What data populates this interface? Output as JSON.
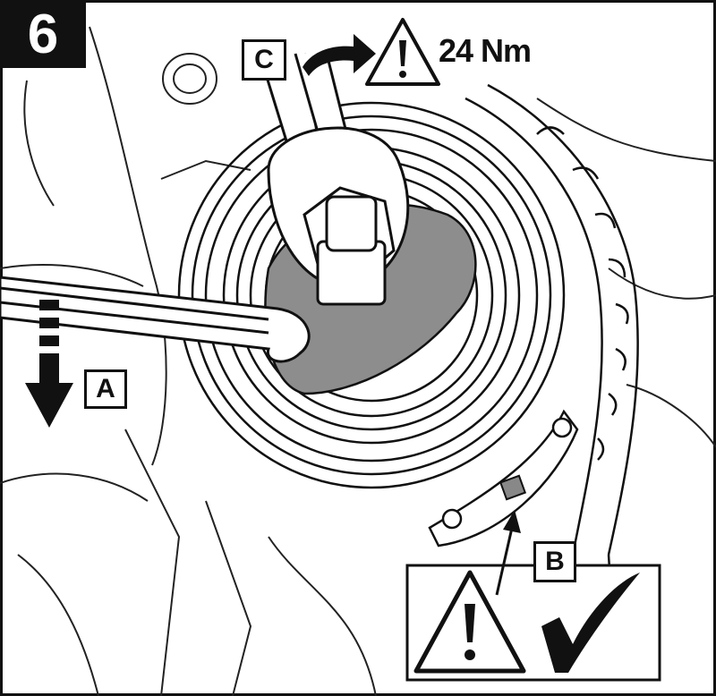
{
  "step_number": "6",
  "labels": {
    "a": "A",
    "b": "B",
    "c": "C"
  },
  "torque": "24 Nm",
  "icons": [
    "warning-triangle-icon",
    "checkmark-icon",
    "arrow-down-icon",
    "arrow-right-icon",
    "arrow-up-icon"
  ]
}
